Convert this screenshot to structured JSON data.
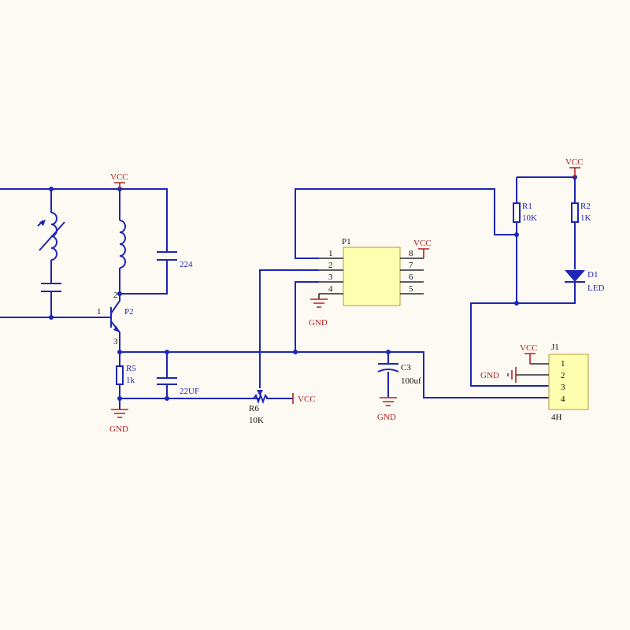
{
  "nets": {
    "vcc": "VCC",
    "gnd": "GND"
  },
  "components": {
    "p2": {
      "designator": "P2",
      "pin1": "1",
      "pin2": "2",
      "pin3": "3"
    },
    "c_224": {
      "value": "224"
    },
    "r5": {
      "designator": "R5",
      "value": "1k"
    },
    "c_22uf": {
      "value": "22UF"
    },
    "r6": {
      "designator": "R6",
      "value": "10K"
    },
    "p1": {
      "designator": "P1",
      "pins_left": [
        "1",
        "2",
        "3",
        "4"
      ],
      "pins_right": [
        "8",
        "7",
        "6",
        "5"
      ]
    },
    "c3": {
      "designator": "C3",
      "value": "100uf"
    },
    "r1": {
      "designator": "R1",
      "value": "10K"
    },
    "r2": {
      "designator": "R2",
      "value": "1K"
    },
    "d1": {
      "designator": "D1",
      "value": "LED"
    },
    "j1": {
      "designator": "J1",
      "pins": [
        "1",
        "2",
        "3",
        "4"
      ],
      "value": "4H"
    }
  },
  "colors": {
    "wire": "#1e26b4",
    "power": "#b42020",
    "chip_fill": "#ffffb0",
    "background": "#fdfaf4"
  }
}
